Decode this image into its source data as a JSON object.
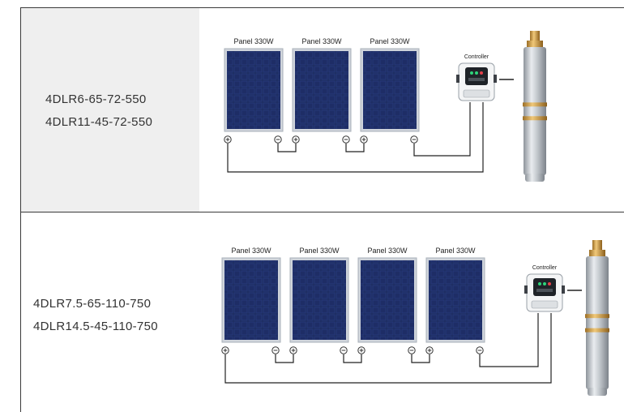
{
  "rows": [
    {
      "models": [
        "4DLR6-65-72-550",
        "4DLR11-45-72-550"
      ],
      "panel_label": "Panel 330W",
      "panel_count": 3,
      "controller_label": "Controller"
    },
    {
      "models": [
        "4DLR7.5-65-110-750",
        "4DLR14.5-45-110-750"
      ],
      "panel_label": "Panel 330W",
      "panel_count": 4,
      "controller_label": "Controller"
    }
  ],
  "colors": {
    "label_bg": "#efefef",
    "panel_cell": "#1c2a5c",
    "panel_frame": "#c9ced6",
    "wire": "#222222",
    "pump_steel": "#b9bec4",
    "pump_brass": "#c99a45"
  },
  "icons": [
    "positive-terminal-icon",
    "negative-terminal-icon"
  ]
}
